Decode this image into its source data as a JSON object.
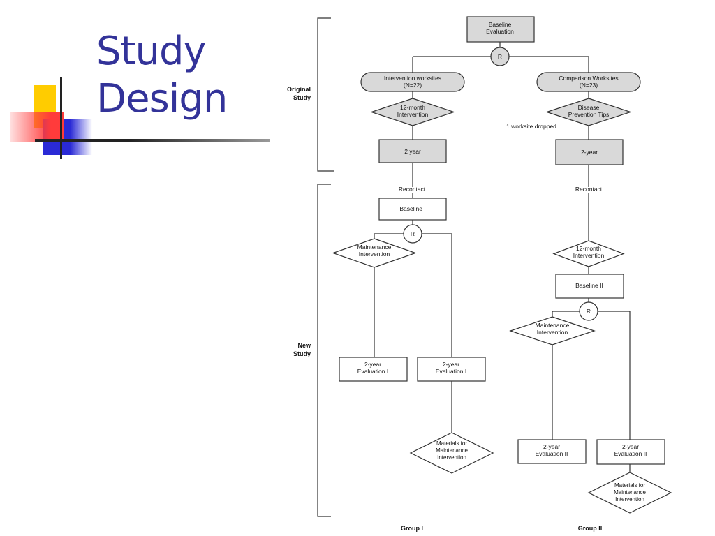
{
  "slide": {
    "title_line1": "Study",
    "title_line2": "Design"
  },
  "diagram": {
    "section_original": [
      "Original",
      "Study"
    ],
    "section_new": [
      "New",
      "Study"
    ],
    "group_left": "Group I",
    "group_right": "Group II",
    "nodes": {
      "baseline_eval": [
        "Baseline",
        "Evaluation"
      ],
      "r_top": "R",
      "intervention_sites": [
        "Intervention worksites",
        "(N=22)"
      ],
      "comparison_sites": [
        "Comparison Worksites",
        "(N=23)"
      ],
      "twelve_month_intervention": [
        "12-month",
        "Intervention"
      ],
      "disease_prevention": [
        "Disease",
        "Prevention Tips"
      ],
      "worksite_dropped": "1 worksite dropped",
      "two_year_left": "2 year",
      "two_year_right": "2-year",
      "recontact_left": "Recontact",
      "recontact_right": "Recontact",
      "baseline_1": "Baseline I",
      "r_left": "R",
      "maintenance_left": [
        "Maintenance",
        "Intervention"
      ],
      "eval1_a": [
        "2-year",
        "Evaluation I"
      ],
      "eval1_b": [
        "2-year",
        "Evaluation I"
      ],
      "materials_left": [
        "Materials for",
        "Maintenance",
        "Intervention"
      ],
      "twelve_month_right": [
        "12-month",
        "Intervention"
      ],
      "baseline_2": "Baseline II",
      "r_right": "R",
      "maintenance_right": [
        "Maintenance",
        "Intervention"
      ],
      "eval2_a": [
        "2-year",
        "Evaluation II"
      ],
      "eval2_b": [
        "2-year",
        "Evaluation II"
      ],
      "materials_right": [
        "Materials for",
        "Maintenance",
        "Intervention"
      ]
    }
  },
  "colors": {
    "title": "#333399",
    "node_fill_gray": "#d9d9d9",
    "node_stroke": "#333333",
    "deco_yellow": "#ffcc00",
    "deco_blue": "#2a2ad6",
    "deco_red": "#ff3b3b"
  }
}
